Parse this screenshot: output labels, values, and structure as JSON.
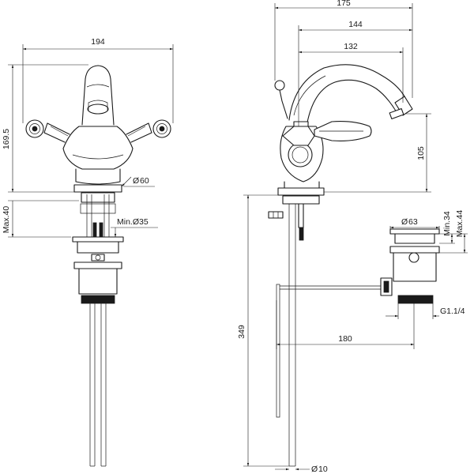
{
  "dimensions": {
    "front_width": "194",
    "front_height": "169.5",
    "front_max_deck": "Max.40",
    "front_collar": "60",
    "front_hole": "Min.Ø35",
    "side_overall": "175",
    "side_reach": "144",
    "side_spout": "132",
    "side_spout_height": "105",
    "side_length": "349",
    "side_rod_diameter": "10",
    "side_rod_reach": "180",
    "waste_diameter": "63",
    "waste_min": "Min.34",
    "waste_max": "Max.44",
    "waste_thread": "G1.1/4"
  },
  "symbols": {
    "diameter": "Ø"
  }
}
